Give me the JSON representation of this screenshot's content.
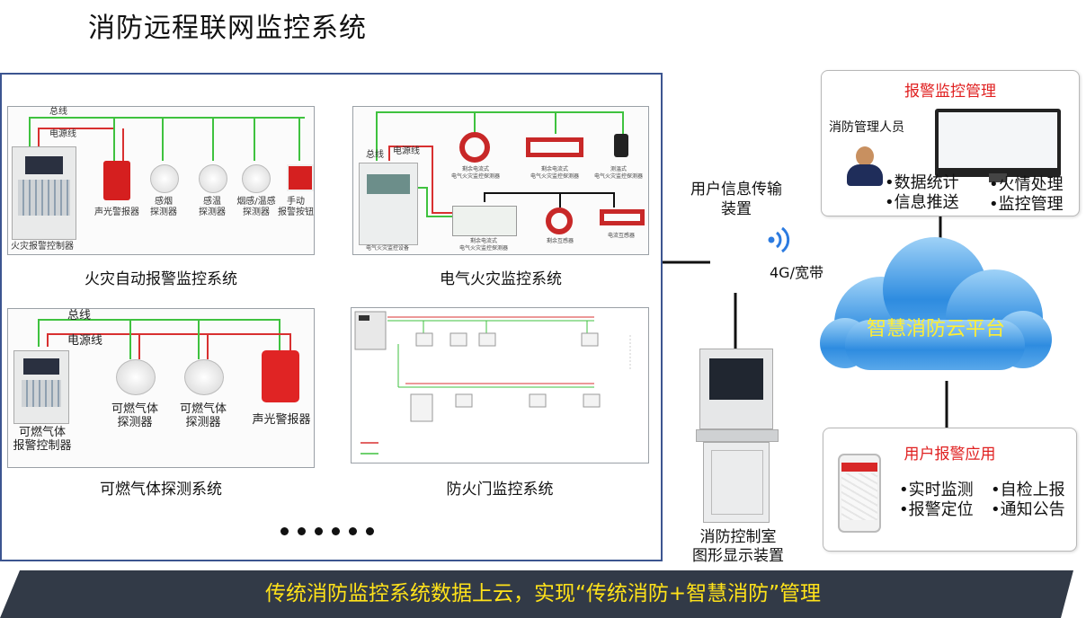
{
  "title": "消防远程联网监控系统",
  "panels": {
    "fire_alarm": {
      "caption": "火灾自动报警监控系统",
      "bus_label": "总线",
      "power_label": "电源线",
      "controller_label": "火灾报警控制器",
      "devices": [
        "声光警报器",
        "感烟\n探测器",
        "感温\n探测器",
        "烟感/温感\n探测器",
        "手动\n报警按钮"
      ]
    },
    "electrical": {
      "caption": "电气火灾监控系统",
      "bus_label": "总线",
      "power_label": "电源线",
      "host_label": "电气火灾监控设备",
      "devices": [
        "剩余电流式\n电气火灾监控探测器",
        "剩余电流式\n电气火灾监控探测器",
        "测温式\n电气火灾监控探测器"
      ],
      "devices2": [
        "剩余电流式\n电气火灾监控探测器",
        "剩余互感器",
        "电流互感器"
      ]
    },
    "gas": {
      "caption": "可燃气体探测系统",
      "bus_label": "总线",
      "power_label": "电源线",
      "controller_label": "可燃气体\n报警控制器",
      "devices": [
        "可燃气体\n探测器",
        "可燃气体\n探测器",
        "声光警报器"
      ]
    },
    "door": {
      "caption": "防火门监控系统"
    }
  },
  "more_dots": 6,
  "transmission": {
    "label": "用户信息传输\n装置",
    "network_label": "4G/宽带"
  },
  "control_room": {
    "label": "消防控制室\n图形显示装置"
  },
  "cloud": {
    "label": "智慧消防云平台"
  },
  "alarm_monitor": {
    "title": "报警监控管理",
    "person_label": "消防管理人员",
    "items": [
      "•数据统计",
      "•火情处理",
      "•信息推送",
      "•监控管理"
    ]
  },
  "user_alarm": {
    "title": "用户报警应用",
    "items": [
      "•实时监测",
      "•自检上报",
      "•报警定位",
      "•通知公告"
    ]
  },
  "banner": {
    "text": "传统消防监控系统数据上云，实现“传统消防+智慧消防”管理"
  },
  "colors": {
    "frame": "#3c5590",
    "bus_green": "#3fc23f",
    "power_red": "#d83030",
    "banner_bg": "#323a47",
    "banner_text": "#ffe21a",
    "cloud_blue": "#2b8de0",
    "cloud_text": "#ffee33",
    "box_title": "#e02020"
  }
}
